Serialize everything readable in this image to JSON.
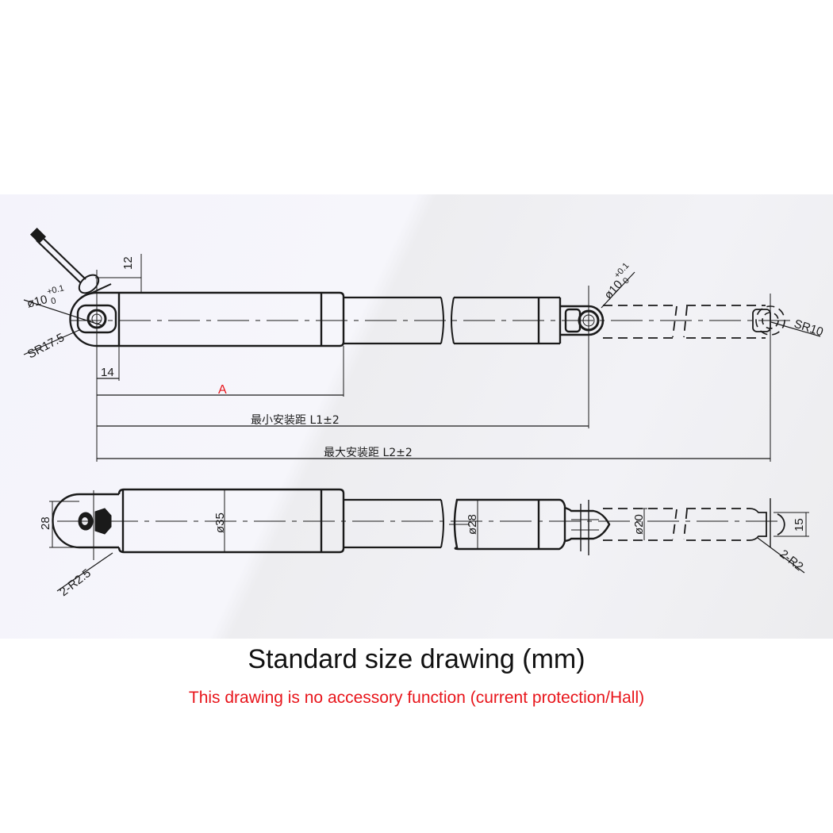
{
  "drawing": {
    "top_view": {
      "cable_dim": "12",
      "rear_hole_dim": "ø10",
      "rear_hole_tol_upper": "+0.1",
      "rear_hole_tol_lower": "0",
      "rear_radius": "SR17.5",
      "rear_offset": "14",
      "front_hole_dim": "ø10",
      "front_hole_tol_upper": "+0.1",
      "front_hole_tol_lower": "0",
      "front_radius": "SR10",
      "dim_a_label": "A",
      "min_install_label": "最小安装距 L1±2",
      "max_install_label": "最大安装距 L2±2"
    },
    "side_view": {
      "rear_width": "28",
      "rear_corner_radius": "2-R2.5",
      "body_diameter": "ø35",
      "tube_diameter": "ø28",
      "rod_diameter": "ø20",
      "rod_end_width": "15",
      "rod_corner_radius": "2-R2"
    }
  },
  "captions": {
    "title": "Standard size drawing (mm)",
    "note": "This drawing is no accessory function (current protection/Hall)",
    "title_color": "#111111",
    "note_color": "#e8151b"
  }
}
